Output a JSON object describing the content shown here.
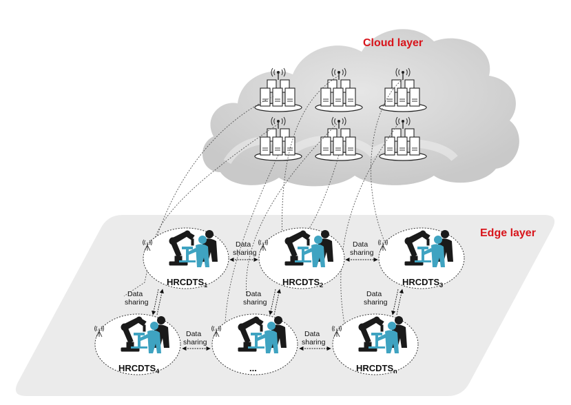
{
  "cloud_layer": {
    "title": "Cloud layer",
    "server_racks": [
      {
        "name": "server-rack-1",
        "icon": "server-rack-icon"
      },
      {
        "name": "server-rack-2",
        "icon": "server-rack-icon"
      },
      {
        "name": "server-rack-3",
        "icon": "server-rack-icon"
      },
      {
        "name": "server-rack-4",
        "icon": "server-rack-icon"
      },
      {
        "name": "server-rack-5",
        "icon": "server-rack-icon"
      },
      {
        "name": "server-rack-6",
        "icon": "server-rack-icon"
      }
    ]
  },
  "edge_layer": {
    "title": "Edge layer",
    "nodes": [
      {
        "id": "n1",
        "label": "HRCDTS",
        "sub": "1"
      },
      {
        "id": "n2",
        "label": "HRCDTS",
        "sub": "2"
      },
      {
        "id": "n3",
        "label": "HRCDTS",
        "sub": "3"
      },
      {
        "id": "n4",
        "label": "HRCDTS",
        "sub": "4"
      },
      {
        "id": "n5",
        "label": "...",
        "sub": ""
      },
      {
        "id": "n6",
        "label": "HRCDTS",
        "sub": "n"
      }
    ],
    "sharing_label_line1": "Data",
    "sharing_label_line2": "sharing"
  },
  "colors": {
    "title_red": "#d8141b",
    "cloud_gray": "#d4d4d4",
    "edge_panel": "#ebebeb",
    "robot_dark": "#1a1a1a",
    "human_teal": "#3fa3c1"
  }
}
